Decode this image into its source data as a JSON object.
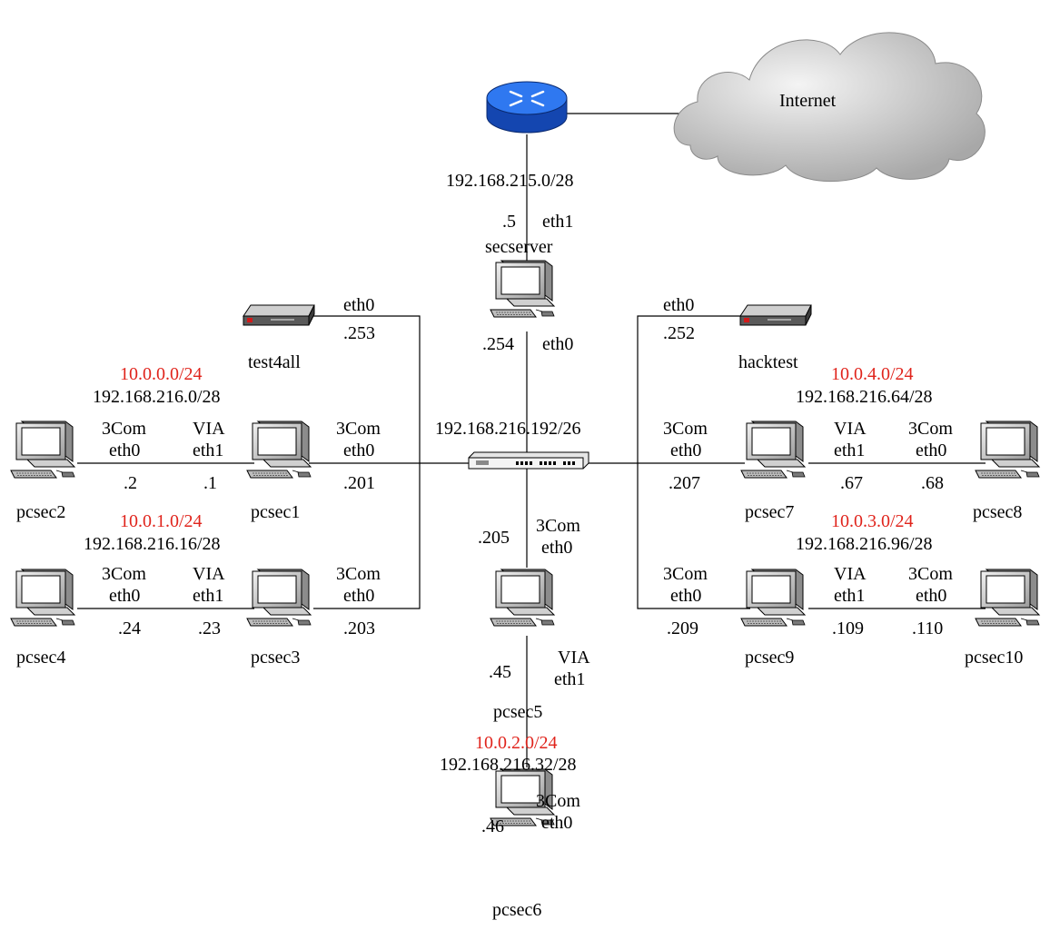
{
  "colors": {
    "private_net": "#e0241c",
    "text": "#000000",
    "router": "#1e63e0",
    "cloud": "#d9d9d9"
  },
  "icons": [
    "router-icon",
    "cloud-icon",
    "switch-icon",
    "workstation-icon",
    "modem-icon"
  ],
  "cloud": {
    "label": "Internet"
  },
  "uplink": {
    "net": "192.168.215.0/28",
    "addr": ".5",
    "iface": "eth1"
  },
  "secserver": {
    "name": "secserver",
    "addr": ".254",
    "iface": "eth0"
  },
  "test4all": {
    "name": "test4all",
    "iface": "eth0",
    "addr": ".253"
  },
  "hacktest": {
    "name": "hacktest",
    "iface": "eth0",
    "addr": ".252"
  },
  "switch": {
    "net": "192.168.216.192/26"
  },
  "net0": {
    "private": "10.0.0.0/24",
    "public": "192.168.216.0/28"
  },
  "net1": {
    "private": "10.0.1.0/24",
    "public": "192.168.216.16/28"
  },
  "net2": {
    "private": "10.0.2.0/24",
    "public": "192.168.216.32/28"
  },
  "net3": {
    "private": "10.0.3.0/24",
    "public": "192.168.216.96/28"
  },
  "net4": {
    "private": "10.0.4.0/24",
    "public": "192.168.216.64/28"
  },
  "pcsec1": {
    "name": "pcsec1",
    "nic_a": "3Com",
    "iface_a": "eth0",
    "addr_a": ".201",
    "nic_b": "VIA",
    "iface_b": "eth1",
    "addr_b": ".1"
  },
  "pcsec2": {
    "name": "pcsec2",
    "nic": "3Com",
    "iface": "eth0",
    "addr": ".2"
  },
  "pcsec3": {
    "name": "pcsec3",
    "nic_a": "3Com",
    "iface_a": "eth0",
    "addr_a": ".203",
    "nic_b": "VIA",
    "iface_b": "eth1",
    "addr_b": ".23"
  },
  "pcsec4": {
    "name": "pcsec4",
    "nic": "3Com",
    "iface": "eth0",
    "addr": ".24"
  },
  "pcsec5": {
    "name": "pcsec5",
    "nic_a": "3Com",
    "iface_a": "eth0",
    "addr_a": ".205",
    "nic_b": "VIA",
    "iface_b": "eth1",
    "addr_b": ".45"
  },
  "pcsec6": {
    "name": "pcsec6",
    "nic": "3Com",
    "iface": "eth0",
    "addr": ".46"
  },
  "pcsec7": {
    "name": "pcsec7",
    "nic_a": "3Com",
    "iface_a": "eth0",
    "addr_a": ".207",
    "nic_b": "VIA",
    "iface_b": "eth1",
    "addr_b": ".67"
  },
  "pcsec8": {
    "name": "pcsec8",
    "nic": "3Com",
    "iface": "eth0",
    "addr": ".68"
  },
  "pcsec9": {
    "name": "pcsec9",
    "nic_a": "3Com",
    "iface_a": "eth0",
    "addr_a": ".209",
    "nic_b": "VIA",
    "iface_b": "eth1",
    "addr_b": ".109"
  },
  "pcsec10": {
    "name": "pcsec10",
    "nic": "3Com",
    "iface": "eth0",
    "addr": ".110"
  }
}
